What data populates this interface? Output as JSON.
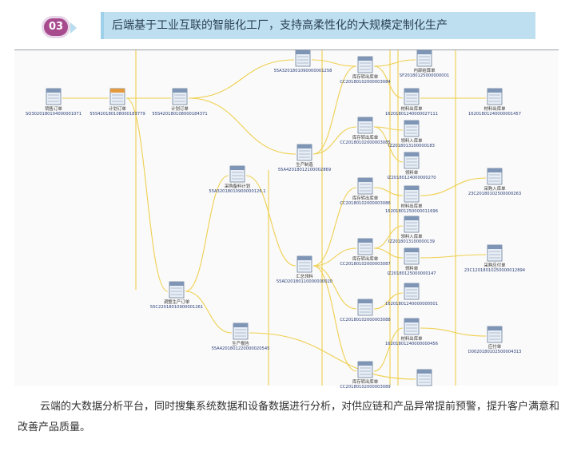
{
  "header": {
    "step_number": "03",
    "title": "后端基于工业互联的智能化工厂，支持高柔性化的大规模定制化生产"
  },
  "graph": {
    "nodes": [
      {
        "id": "n1",
        "title": "销售订单",
        "code": "SO3020180104000001071"
      },
      {
        "id": "n2",
        "title": "计划订单",
        "code": "55S420180108000183779"
      },
      {
        "id": "n3",
        "title": "计划订单",
        "code": "55S420180108000184371"
      },
      {
        "id": "n4",
        "title": "",
        "code": "55A3201801090000001258"
      },
      {
        "id": "n5",
        "title": "生产制造",
        "code": "55A42018012100002869"
      },
      {
        "id": "n6",
        "title": "采购备料计划",
        "code": "55A32018010900000126.1"
      },
      {
        "id": "n7",
        "title": "汇总领料",
        "code": "55AD20180110000000020"
      },
      {
        "id": "n8",
        "title": "调整生产订单",
        "code": "55C22018010900001261"
      },
      {
        "id": "n9",
        "title": "生产报告",
        "code": "55A4201801220000020545"
      },
      {
        "id": "n10",
        "title": "库存转出库单",
        "code": "CC20180102000003084"
      },
      {
        "id": "n11",
        "title": "库存转出库单",
        "code": "CC20180102000003085"
      },
      {
        "id": "n12",
        "title": "库存转出库单",
        "code": "CC20180102000003086"
      },
      {
        "id": "n13",
        "title": "库存转出库单",
        "code": "CC20180102000003087"
      },
      {
        "id": "n14",
        "title": "",
        "code": "CC20180102000003088"
      },
      {
        "id": "n15",
        "title": "库存转出库单",
        "code": "CC20180102000003089"
      },
      {
        "id": "n16",
        "title": "内部结算单",
        "code": "SF20180125000000001"
      },
      {
        "id": "n17",
        "title": "材料出库单",
        "code": "16201801240000027111"
      },
      {
        "id": "n18",
        "title": "领料入库单",
        "code": "IZ2018013100000183"
      },
      {
        "id": "n19",
        "title": "领料单",
        "code": "IZ20180124000000270"
      },
      {
        "id": "n20",
        "title": "材料出库单",
        "code": "16201801250000011696"
      },
      {
        "id": "n21",
        "title": "领料入库单",
        "code": "IZ2018013100000139"
      },
      {
        "id": "n22",
        "title": "领料单",
        "code": "IZ20180125000000147"
      },
      {
        "id": "n23",
        "title": "",
        "code": "16201801240000000501"
      },
      {
        "id": "n24",
        "title": "材料出库单",
        "code": "16201801240000000456"
      },
      {
        "id": "n25",
        "title": "材料出库单",
        "code": "16201801240000001457"
      },
      {
        "id": "n26",
        "title": "采购入库单",
        "code": "23C20180102500000263"
      },
      {
        "id": "n27",
        "title": "采购应付单",
        "code": "23C12018010250000012894"
      },
      {
        "id": "n28",
        "title": "应付单",
        "code": "D0020180102500004313"
      },
      {
        "id": "n29",
        "title": "",
        "code": ""
      }
    ]
  },
  "caption": "云端的大数据分析平台，同时搜集系统数据和设备数据进行分析，对供应链和产品异常提前预警，提升客户满意和改善产品质量。"
}
